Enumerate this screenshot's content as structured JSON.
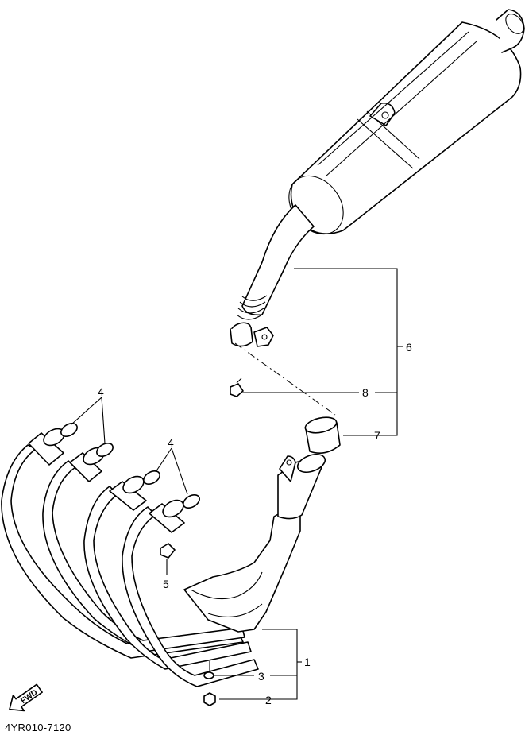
{
  "callouts": {
    "c1": "1",
    "c2": "2",
    "c3": "3",
    "c4a": "4",
    "c4b": "4",
    "c5": "5",
    "c6": "6",
    "c7": "7",
    "c8": "8"
  },
  "fwd_label": "FWD",
  "diagram_code": "4YR010-7120"
}
